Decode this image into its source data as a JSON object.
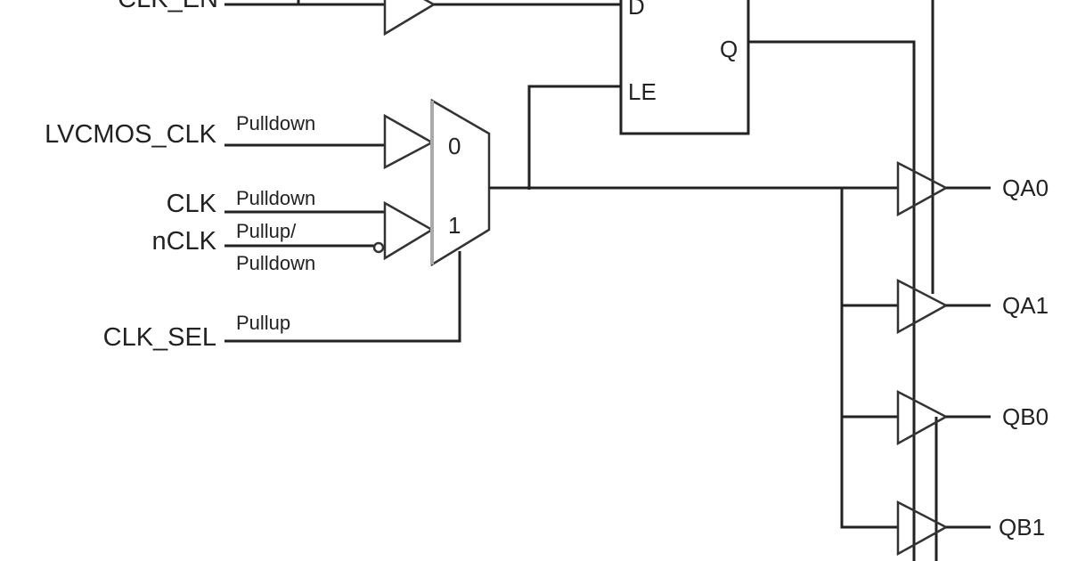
{
  "inputs": {
    "clk_en": "CLK_EN",
    "lvcmos_clk": "LVCMOS_CLK",
    "clk": "CLK",
    "nclk": "nCLK",
    "clk_sel": "CLK_SEL"
  },
  "resistors": {
    "lvcmos_clk": "Pulldown",
    "clk": "Pulldown",
    "nclk_line1": "Pullup/",
    "nclk_line2": "Pulldown",
    "clk_sel": "Pullup"
  },
  "mux": {
    "input0": "0",
    "input1": "1"
  },
  "latch": {
    "d": "D",
    "q": "Q",
    "le": "LE"
  },
  "outputs": [
    "QA0",
    "QA1",
    "QB0",
    "QB1"
  ]
}
